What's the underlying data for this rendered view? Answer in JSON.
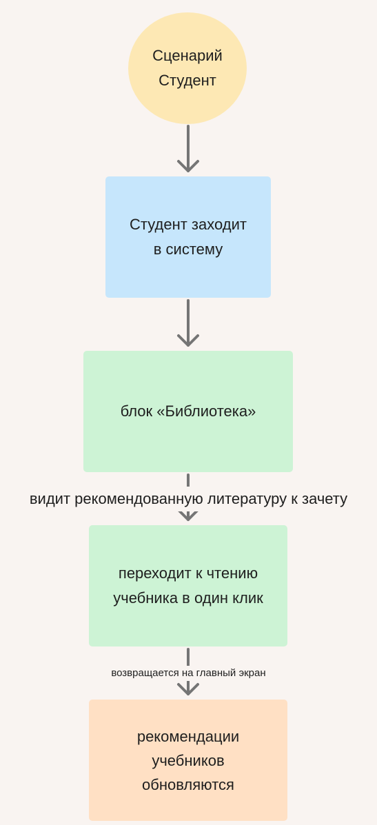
{
  "nodes": {
    "start": {
      "lines": [
        "Сценарий",
        "Студент"
      ]
    },
    "login": {
      "lines": [
        "Студент заходит",
        "в систему"
      ]
    },
    "library": {
      "lines": [
        "блок «Библиотека»"
      ]
    },
    "reading": {
      "lines": [
        "переходит к чтению",
        "учебника в один клик"
      ]
    },
    "recommendations": {
      "lines": [
        "рекомендации",
        "учебников",
        "обновляются"
      ]
    }
  },
  "edges": {
    "library_to_reading": {
      "label": "видит рекомендованную литературу к зачету"
    },
    "reading_to_recommendations": {
      "label": "возвращается на главный экран"
    }
  },
  "colors": {
    "background": "#f9f4f1",
    "start_fill": "#fde8b4",
    "login_fill": "#c6e6fc",
    "library_fill": "#cdf3d5",
    "reading_fill": "#cdf3d5",
    "recommendations_fill": "#ffe0c4",
    "arrow": "#757575"
  }
}
